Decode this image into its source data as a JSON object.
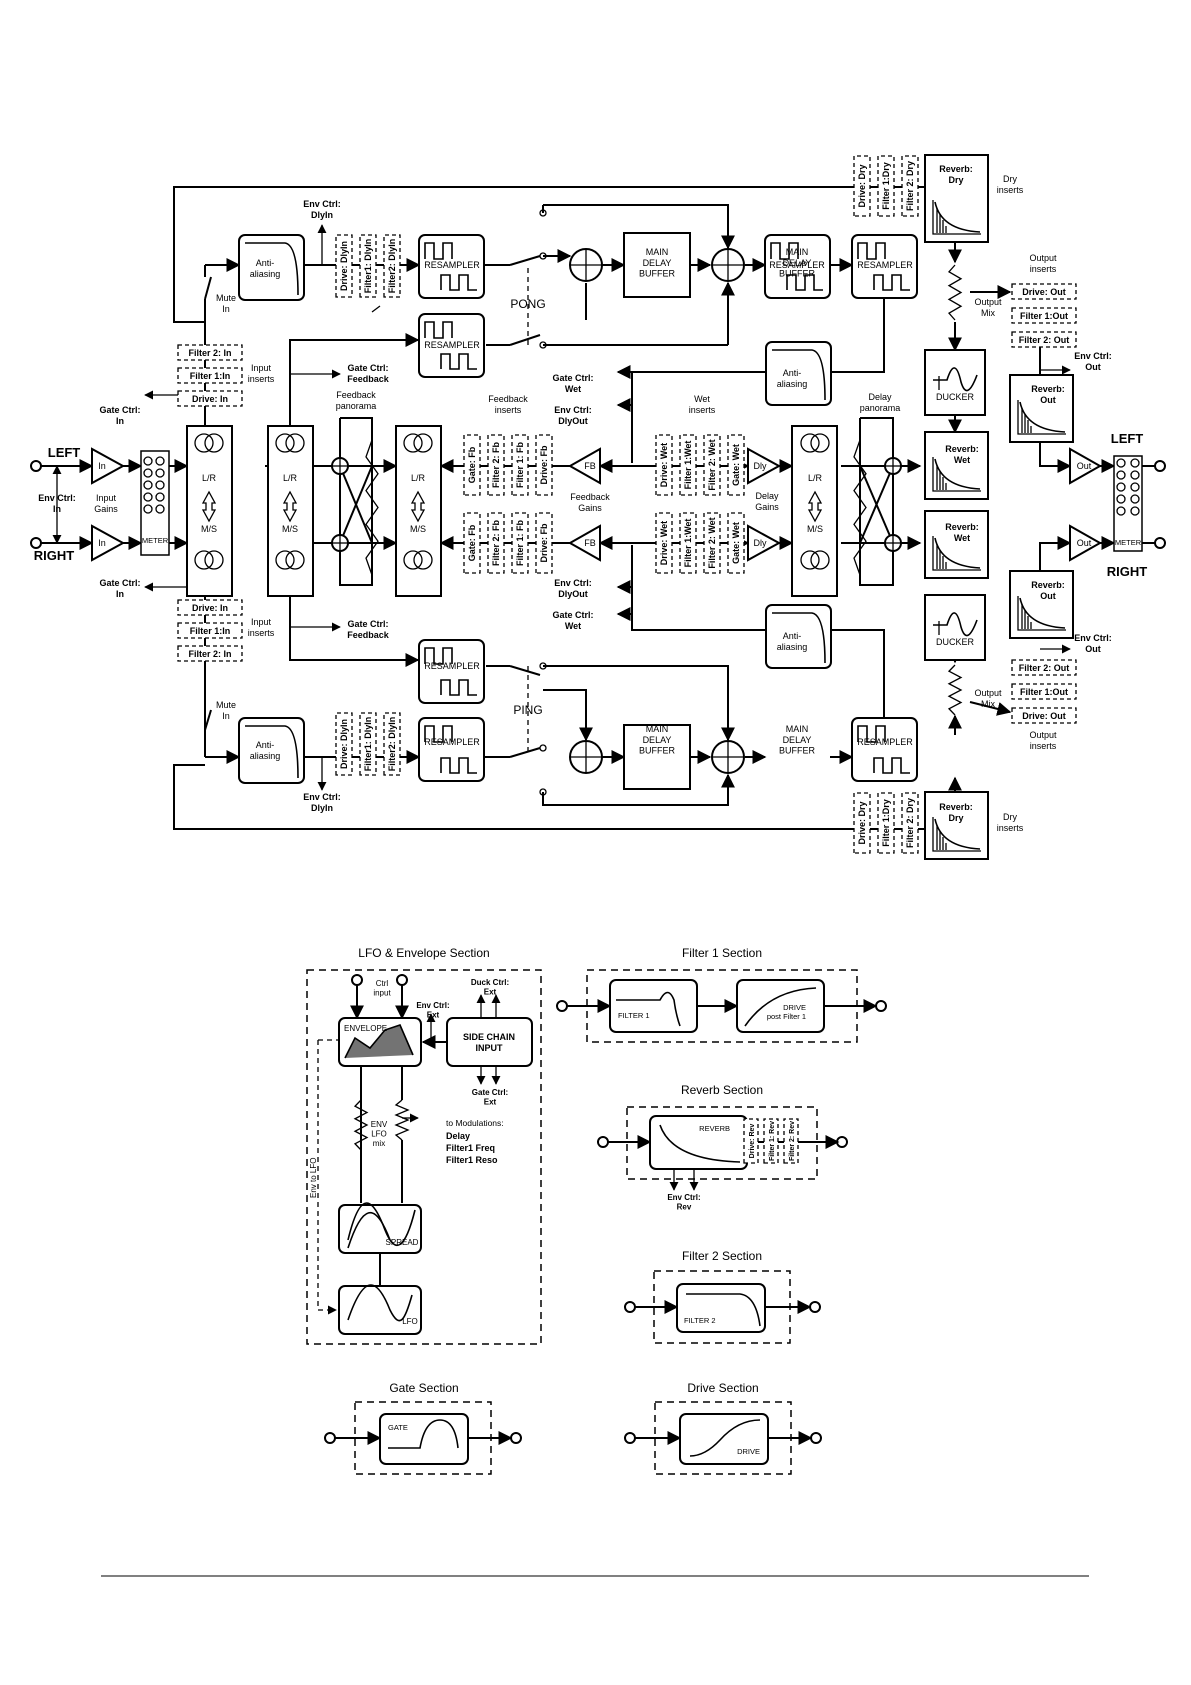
{
  "top": {
    "env_dlyin": "Env Ctrl:\nDlyIn",
    "mute_in": "Mute\nIn",
    "anti_aliasing": "Anti-\naliasing",
    "resampler": "RESAMPLER",
    "main_delay_buffer": "MAIN\nDELAY\nBUFFER",
    "pong": "PONG",
    "ping": "PING",
    "reverb_dry": "Reverb:\nDry",
    "reverb_wet": "Reverb:\nWet",
    "reverb_out": "Reverb:\nOut",
    "dry_inserts": "Dry\ninserts",
    "output_inserts": "Output\ninserts",
    "output_mix": "Output\nMix",
    "ducker": "DUCKER",
    "env_out": "Env Ctrl:\nOut",
    "gate_wet": "Gate Ctrl:\nWet",
    "env_dlyout": "Env Ctrl:\nDlyOut",
    "wet_inserts": "Wet\ninserts",
    "delay_panorama": "Delay\npanorama",
    "feedback_inserts": "Feedback\ninserts",
    "feedback_panorama": "Feedback\npanorama",
    "gate_feedback": "Gate Ctrl:\nFeedback",
    "input_inserts": "Input\ninserts",
    "gate_in": "Gate Ctrl:\nIn",
    "left": "LEFT",
    "right": "RIGHT",
    "env_in": "Env Ctrl:\nIn",
    "input_gains": "Input\nGains",
    "in": "In",
    "out": "Out",
    "meter": "METER",
    "lr": "L/R",
    "ms": "M/S",
    "fb": "FB",
    "dly": "Dly",
    "feedback_gains": "Feedback\nGains",
    "delay_gains": "Delay\nGains",
    "ins_filter2_in": "Filter 2: In",
    "ins_filter1_in": "Filter 1:In",
    "ins_drive_in": "Drive: In",
    "ins_drive_out": "Drive: Out",
    "ins_filter1_out": "Filter 1:Out",
    "ins_filter2_out": "Filter 2: Out",
    "v_drive_dlyin": "Drive: DlyIn",
    "v_filter1_dlyin": "Filter1: DlyIn",
    "v_filter2_dlyin": "Filter2: DlyIn",
    "v_gate_fb": "Gate: Fb",
    "v_filter2_fb": "Filter 2: Fb",
    "v_filter1_fb": "Filter 1: Fb",
    "v_drive_fb": "Drive: Fb",
    "v_drive_wet": "Drive: Wet",
    "v_filter1_wet": "Filter 1:Wet",
    "v_filter2_wet": "Filter 2: Wet",
    "v_gate_wet": "Gate: Wet",
    "v_drive_dry": "Drive: Dry",
    "v_filter1_dry": "Filter 1:Dry",
    "v_filter2_dry": "Filter 2: Dry"
  },
  "sections": {
    "lfo_title": "LFO & Envelope Section",
    "filter1_title": "Filter 1 Section",
    "reverb_title": "Reverb Section",
    "filter2_title": "Filter 2 Section",
    "gate_title": "Gate Section",
    "drive_title": "Drive Section",
    "ctrl_input": "Ctrl\ninput",
    "env_ext": "Env Ctrl:\nExt",
    "duck_ext": "Duck Ctrl:\nExt",
    "gate_ext": "Gate Ctrl:\nExt",
    "envelope": "ENVELOPE",
    "side_chain": "SIDE CHAIN\nINPUT",
    "env_lfo_mix": "ENV\nLFO\nmix",
    "to_mod": "to Modulations:",
    "mod_delay": "Delay",
    "mod_freq": "Filter1 Freq",
    "mod_reso": "Filter1 Reso",
    "env_to_lfo": "Env to LFO",
    "spread": "SPREAD",
    "lfo": "LFO",
    "filter1": "FILTER 1",
    "drive_post": "DRIVE\npost Filter 1",
    "reverb": "REVERB",
    "rev_drive": "Drive: Rev",
    "rev_filter1": "Filter 1: Rev",
    "rev_filter2": "Filter 2: Rev",
    "env_rev": "Env Ctrl:\nRev",
    "filter2": "FILTER 2",
    "gate": "GATE",
    "drive": "DRIVE"
  }
}
